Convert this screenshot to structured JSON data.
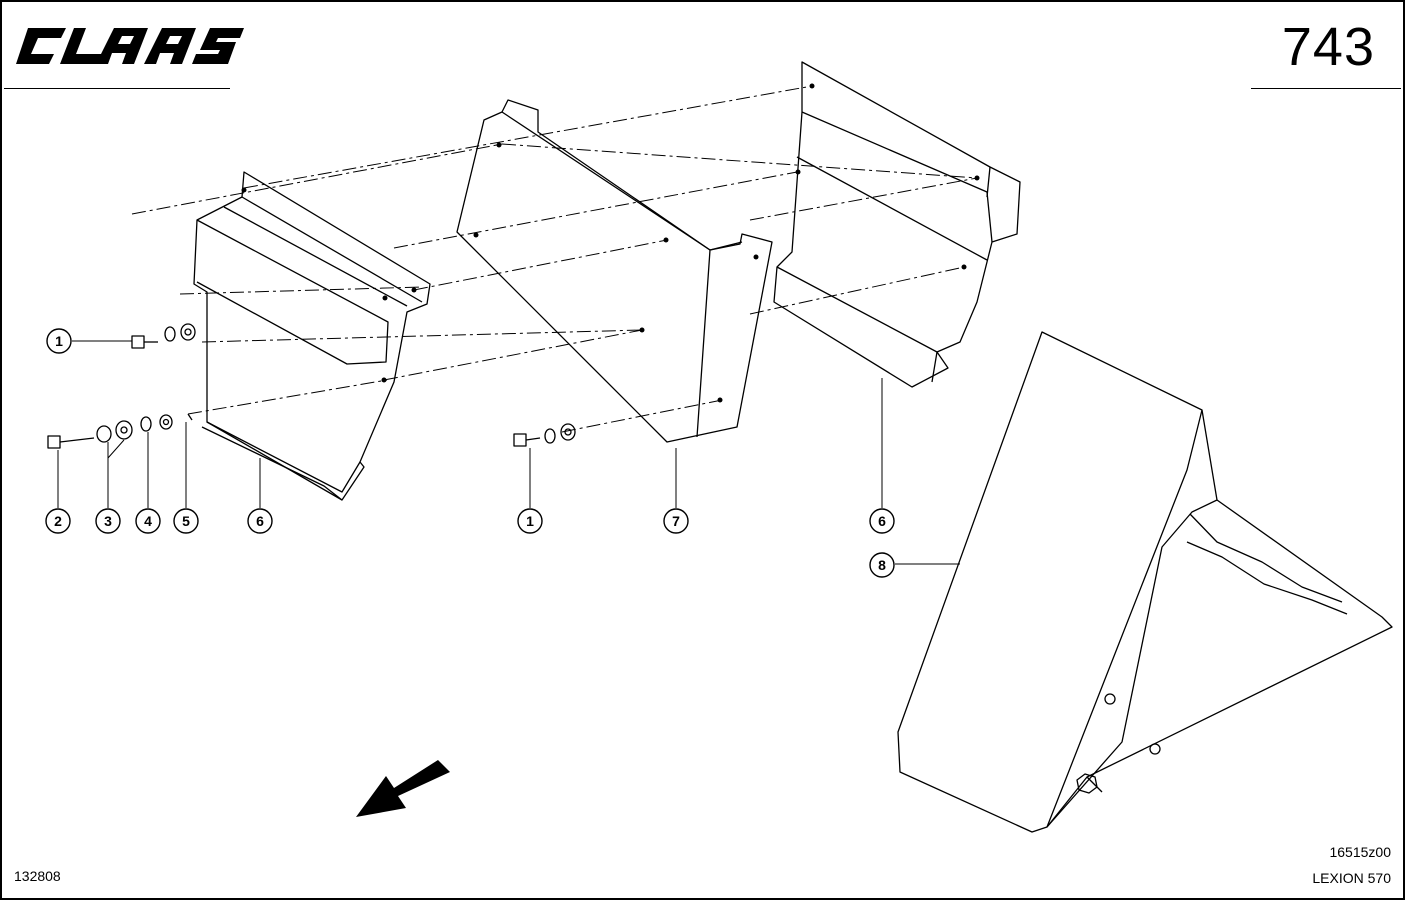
{
  "brand": {
    "name": "CLAAS",
    "color": "#000000"
  },
  "page_number": "743",
  "callouts": [
    "1",
    "2",
    "3",
    "4",
    "5",
    "6",
    "1",
    "7",
    "6",
    "8"
  ],
  "footer": {
    "image_id": "132808",
    "drawing_ref": "16515z00",
    "model": "LEXION 570"
  },
  "icons": {
    "direction": "direction-arrow-icon"
  }
}
